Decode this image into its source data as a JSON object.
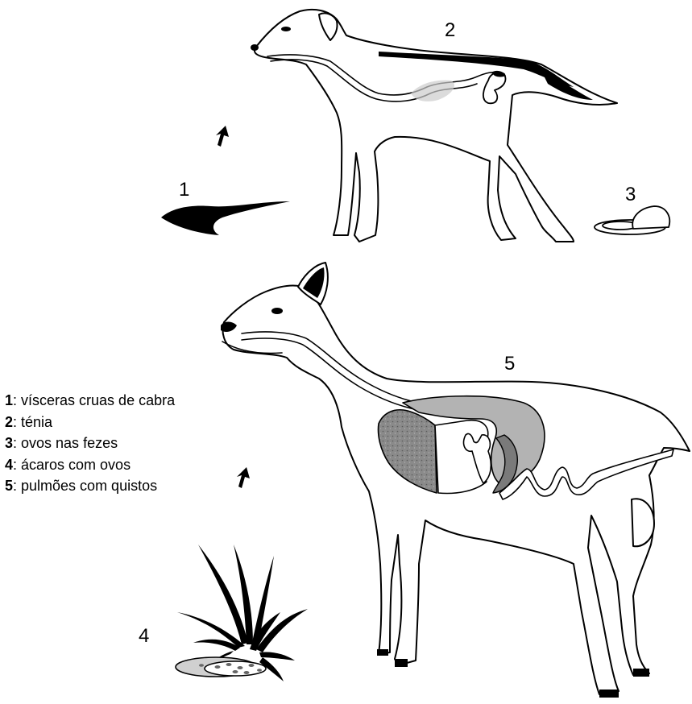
{
  "numbers": {
    "n1": "1",
    "n2": "2",
    "n3": "3",
    "n4": "4",
    "n5": "5"
  },
  "legend": [
    {
      "key": "1",
      "text": ": vísceras cruas de cabra"
    },
    {
      "key": "2",
      "text": ": ténia"
    },
    {
      "key": "3",
      "text": ": ovos nas fezes"
    },
    {
      "key": "4",
      "text": ": ácaros com ovos"
    },
    {
      "key": "5",
      "text": ": pulmões com quistos"
    }
  ],
  "icons": [
    "dog-illustration",
    "goat-illustration",
    "viscera-icon",
    "feces-eggs-icon",
    "grass-mites-icon",
    "arrow-icon"
  ],
  "colors": {
    "ink": "#000000",
    "shade": "#b3b3b3",
    "dark_shade": "#7a7a7a"
  }
}
